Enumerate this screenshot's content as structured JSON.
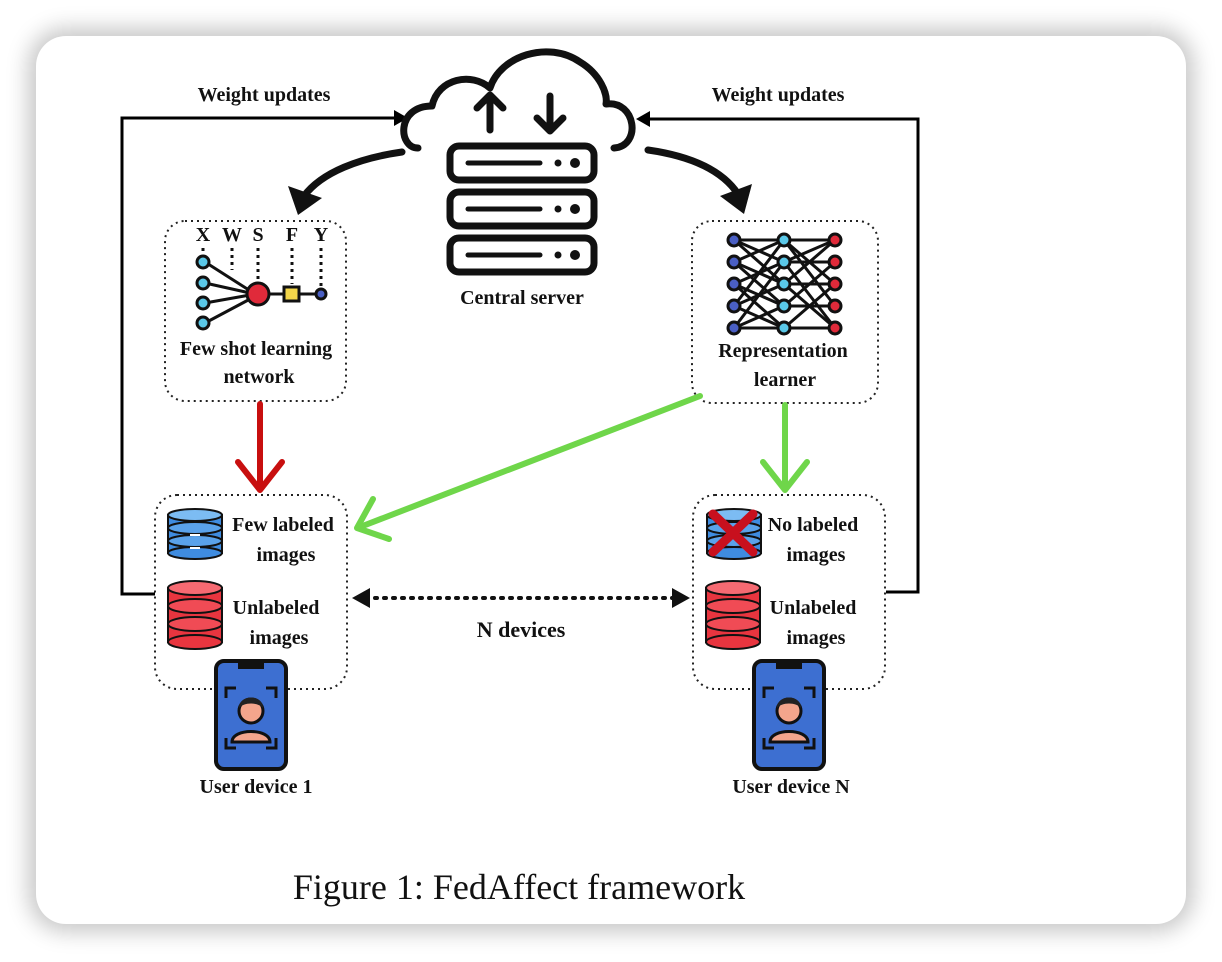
{
  "labels": {
    "weight_updates_left": "Weight updates",
    "weight_updates_right": "Weight updates",
    "central_server": "Central server",
    "fsl_line1": "Few shot learning",
    "fsl_line2": "network",
    "fsl_vars": [
      "X",
      "W",
      "S",
      "F",
      "Y"
    ],
    "rep_line1": "Representation",
    "rep_line2": "learner",
    "few_labeled_line1": "Few labeled",
    "few_labeled_line2": "images",
    "no_labeled_line1": "No labeled",
    "no_labeled_line2": "images",
    "unlabeled_line1": "Unlabeled",
    "unlabeled_line2": "images",
    "unlabeled_right_line1": "Unlabeled",
    "unlabeled_right_line2": "images",
    "n_devices": "N devices",
    "user_device_1": "User device 1",
    "user_device_n": "User device N"
  },
  "caption": "Figure 1: FedAffect framework",
  "colors": {
    "red_arrow": "#c80f0f",
    "green_arrow": "#6fd64a",
    "db_blue": "#3f8ce0",
    "db_red": "#e8353f",
    "phone_blue": "#3d6fd1",
    "node_cyan": "#5ac8e8",
    "node_red": "#e02a3a",
    "node_blue": "#4a5fc4"
  },
  "icons": [
    "cloud-icon",
    "upload-arrow-icon",
    "download-arrow-icon",
    "server-icon",
    "few-shot-network-icon",
    "neural-network-icon",
    "database-blue-icon",
    "database-red-icon",
    "cross-icon",
    "smartphone-face-icon"
  ]
}
